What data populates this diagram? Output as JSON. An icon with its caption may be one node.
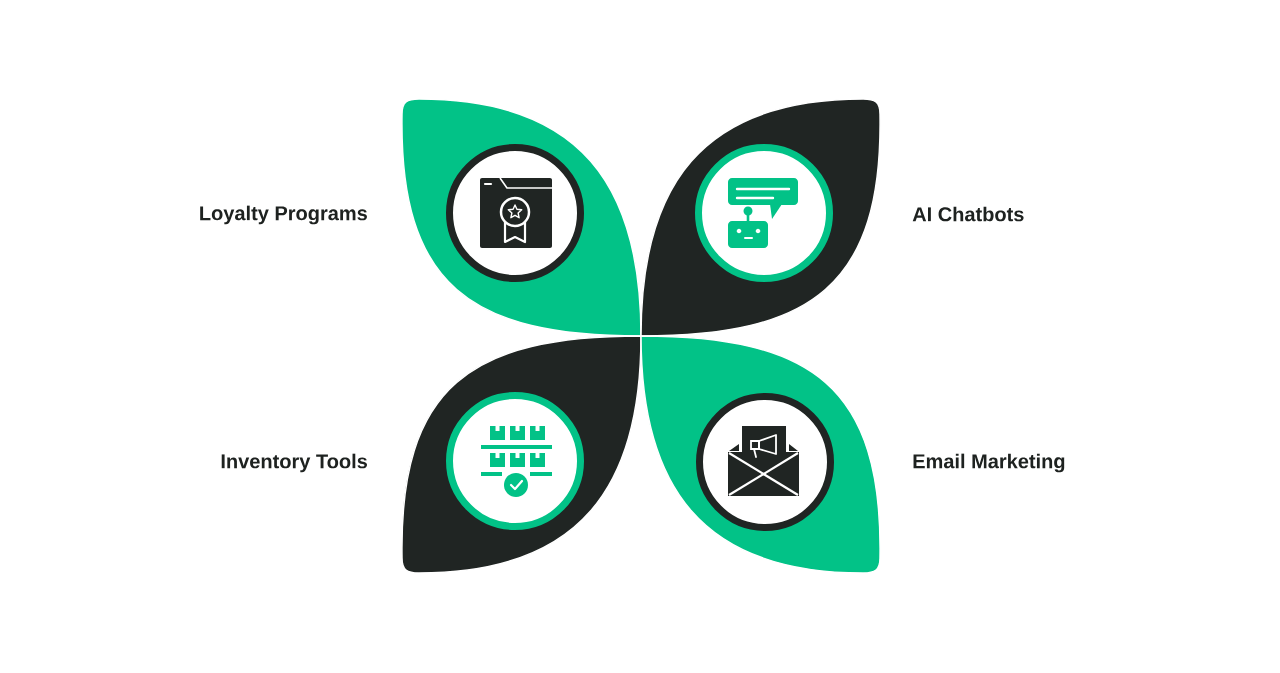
{
  "diagram": {
    "nodes": [
      {
        "text": [
          "Loyalty Programs"
        ]
      },
      {
        "text": [
          "AI Chatbots"
        ]
      },
      {
        "text": [
          "Inventory Tools"
        ]
      },
      {
        "text": [
          "Email Marketing"
        ]
      }
    ]
  }
}
